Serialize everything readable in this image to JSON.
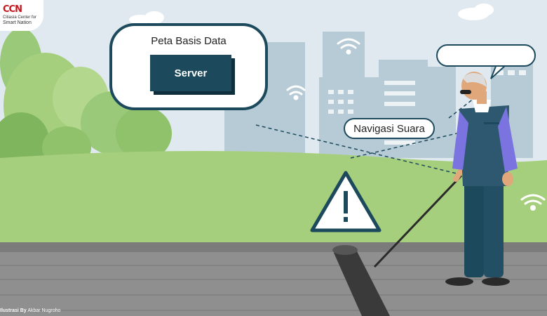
{
  "logo": {
    "mark": "CCN",
    "line1": "Citiasia Center for",
    "line2": "Smart Nation"
  },
  "bubble": {
    "title": "Peta Basis Data",
    "server_label": "Server"
  },
  "navigation_label": "Navigasi Suara",
  "credit": {
    "prefix": "Ilustrasi By",
    "author": "Akbar Nugroho"
  },
  "colors": {
    "dark_teal": "#1c4a5c",
    "grass": "#a6cf7d",
    "tree": "#8fc26a",
    "sky": "#dfe9ef",
    "road": "#8f8f8f",
    "jacket": "#2e5870",
    "shirt": "#7b74e0"
  },
  "icons": [
    "wifi-icon",
    "warning-icon",
    "sound-wave-icon"
  ]
}
